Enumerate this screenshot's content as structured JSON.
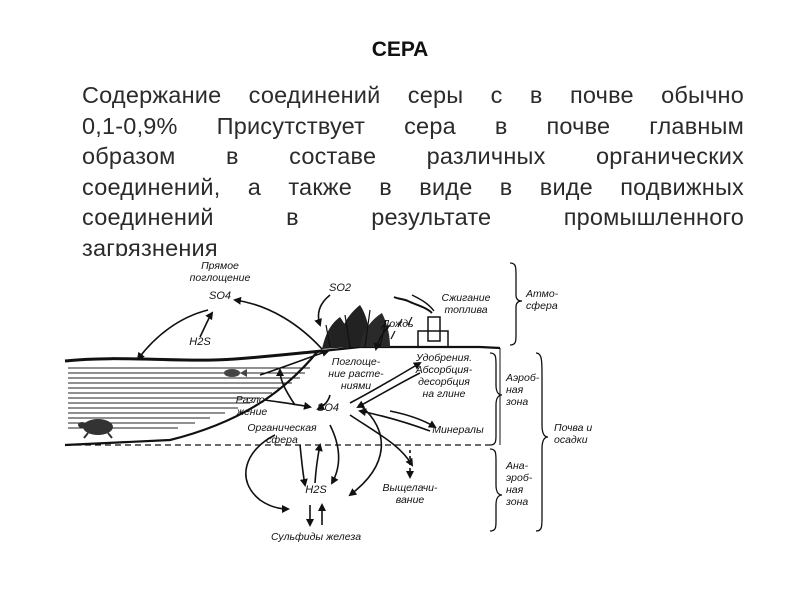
{
  "title": "СЕРА",
  "paragraph_lines": [
    "Содержание соединений серы с в почве обычно",
    "0,1-0,9% Присутствует сера в почве главным",
    "образом в составе различных органических",
    "соединений, а также в виде в виде подвижных",
    "соединений в результате промышленного",
    "загрязнения"
  ],
  "diagram": {
    "direct_uptake": [
      "Прямое",
      "поглощение"
    ],
    "so4_top": "SO4",
    "h2s_top": "H2S",
    "so2": "SO2",
    "fuel_burning": [
      "Сжигание",
      "топлива"
    ],
    "rain": "Дождь",
    "plant_uptake": [
      "Поглоще-",
      "ние расте-",
      "ниями"
    ],
    "fertilizers": [
      "Удобрения.",
      "Абсорбция-",
      "десорбция",
      "на глине"
    ],
    "decomposition": [
      "Разло-",
      "жение"
    ],
    "so4_center": "SO4",
    "organic_sphere": [
      "Органическая",
      "сфера"
    ],
    "minerals": "Минералы",
    "leaching": [
      "Выщелачи-",
      "вание"
    ],
    "h2s_bottom": "H2S",
    "iron_sulfides": "Сульфиды железа",
    "zone_atmosphere": [
      "Атмо-",
      "сфера"
    ],
    "zone_aerobic": [
      "Аэроб-",
      "ная",
      "зона"
    ],
    "zone_anaerobic": [
      "Ана-",
      "эроб-",
      "ная",
      "зона"
    ],
    "zone_soil": [
      "Почва и",
      "осадки"
    ]
  }
}
